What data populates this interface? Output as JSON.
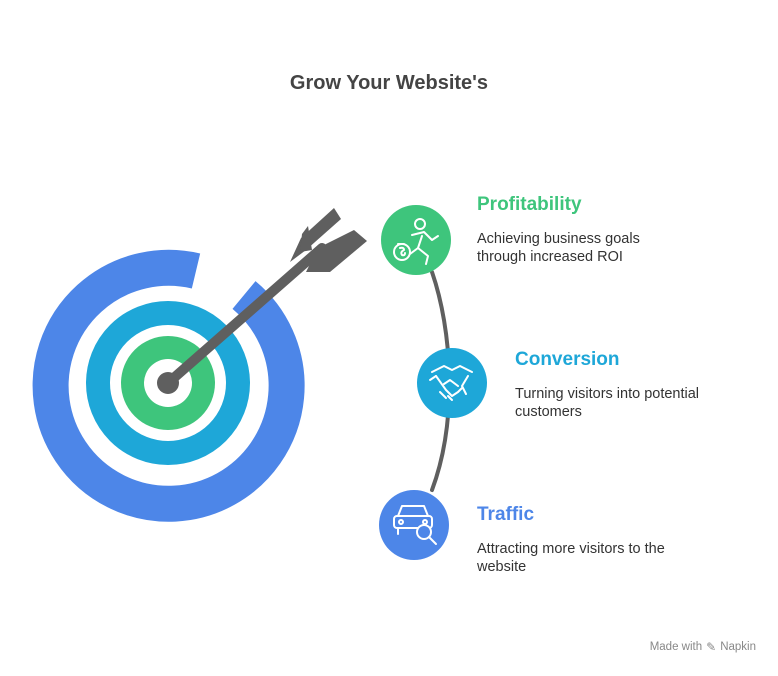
{
  "title": "Grow Your Website's",
  "stages": [
    {
      "heading": "Profitability",
      "description": "Achieving business goals through increased ROI",
      "color": "#3ec57c",
      "icon": "money-runner-icon"
    },
    {
      "heading": "Conversion",
      "description": "Turning visitors into potential customers",
      "color": "#1ea7d8",
      "icon": "handshake-icon"
    },
    {
      "heading": "Traffic",
      "description": "Attracting more visitors to the website",
      "color": "#4d86e8",
      "icon": "car-search-icon"
    }
  ],
  "target_colors": {
    "outer": "#4d86e8",
    "middle": "#1ea7d8",
    "inner": "#3ec57c",
    "arrow": "#5f5f5f"
  },
  "footer": {
    "made_with": "Made with",
    "brand": "Napkin"
  }
}
